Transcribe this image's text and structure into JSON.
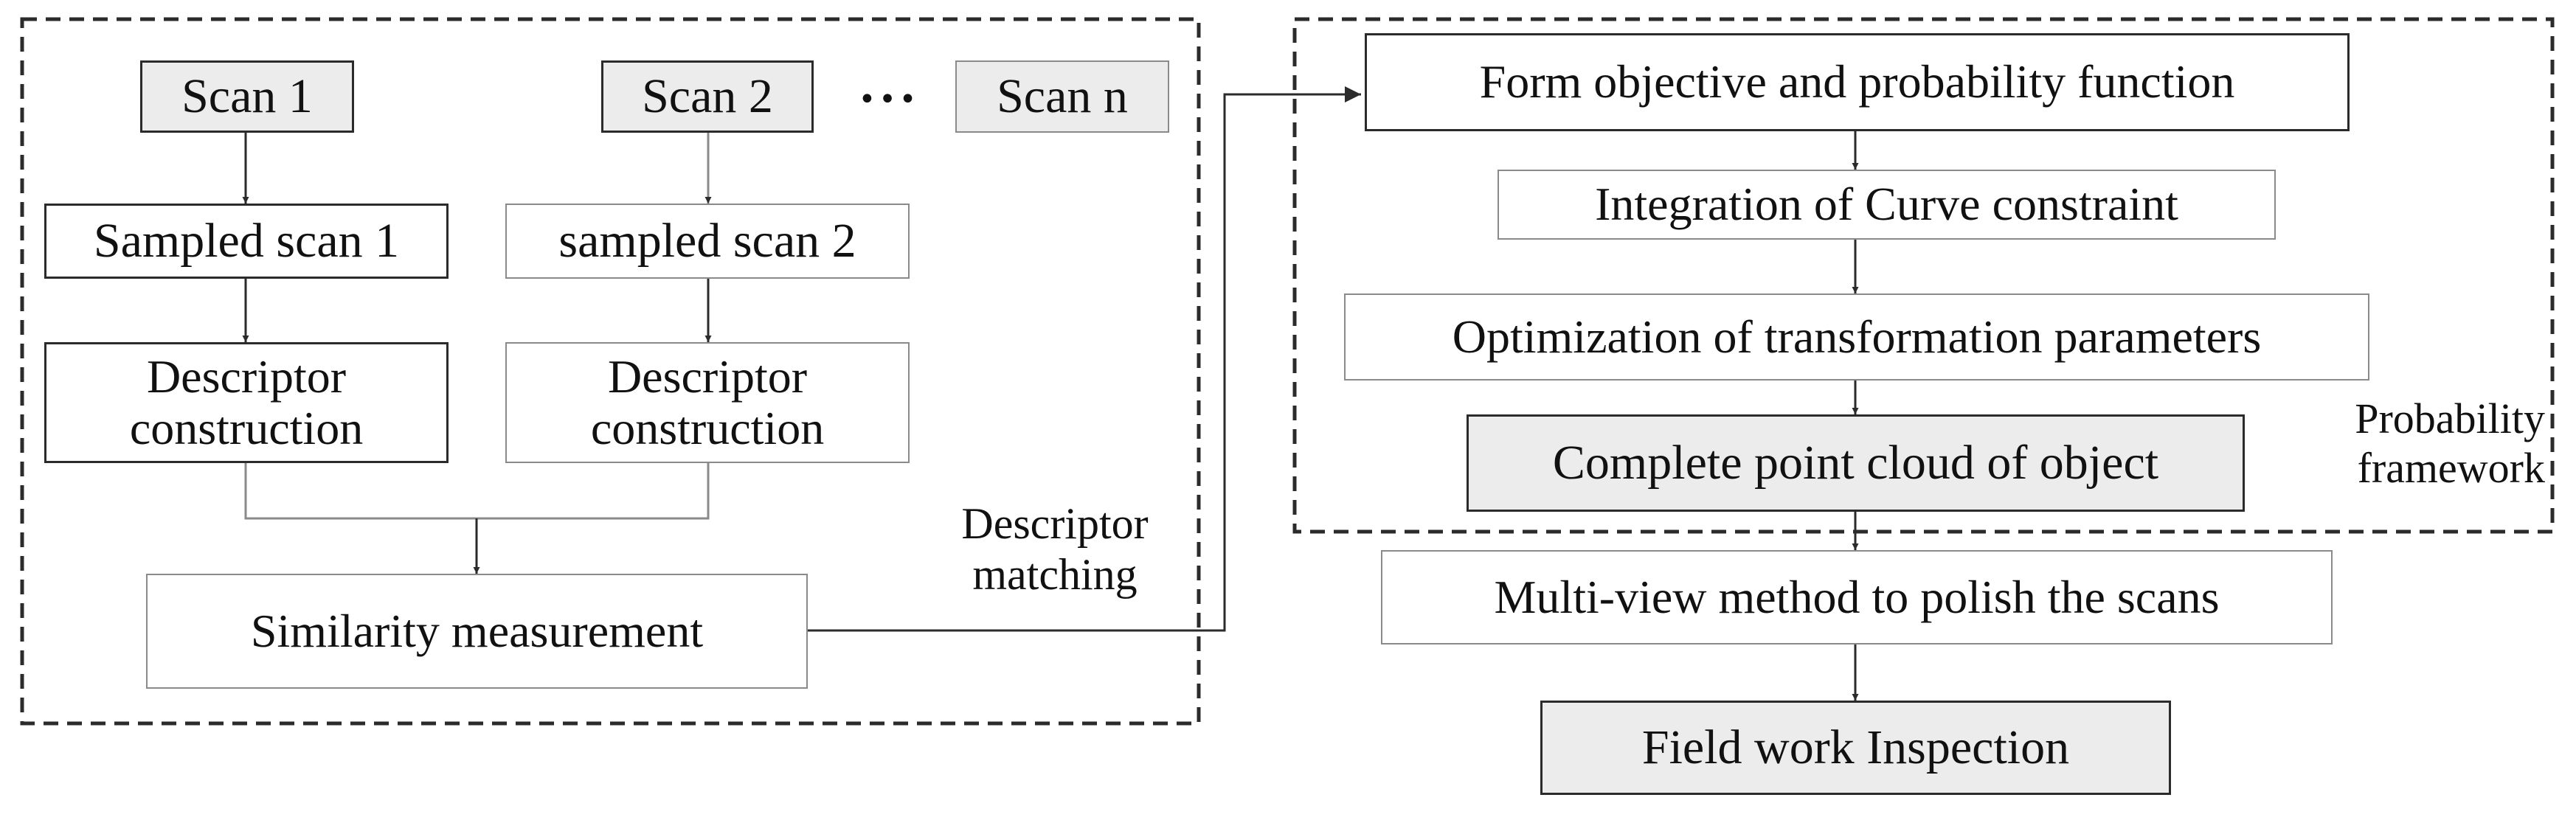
{
  "left_panel": {
    "scan_1": "Scan 1",
    "scan_2": "Scan 2",
    "ellipsis": "•••",
    "scan_n": "Scan n",
    "sampled_1": "Sampled scan 1",
    "sampled_2": "sampled scan 2",
    "descriptor_1": "Descriptor\nconstruction",
    "descriptor_2": "Descriptor\nconstruction",
    "similarity": "Similarity measurement",
    "matching_label": "Descriptor\nmatching"
  },
  "right_panel": {
    "form_objective": "Form objective and probability function",
    "curve_constraint": "Integration of Curve constraint",
    "optimization": "Optimization of transformation parameters",
    "complete_cloud": "Complete point cloud of object",
    "framework_label": "Probability\nframework"
  },
  "outside": {
    "multi_view": "Multi-view method to polish the scans",
    "field_work": "Field work Inspection"
  },
  "colors": {
    "line": "#2b2b2b",
    "gray_fill": "#ececec",
    "light_border": "#8a8a8a"
  }
}
